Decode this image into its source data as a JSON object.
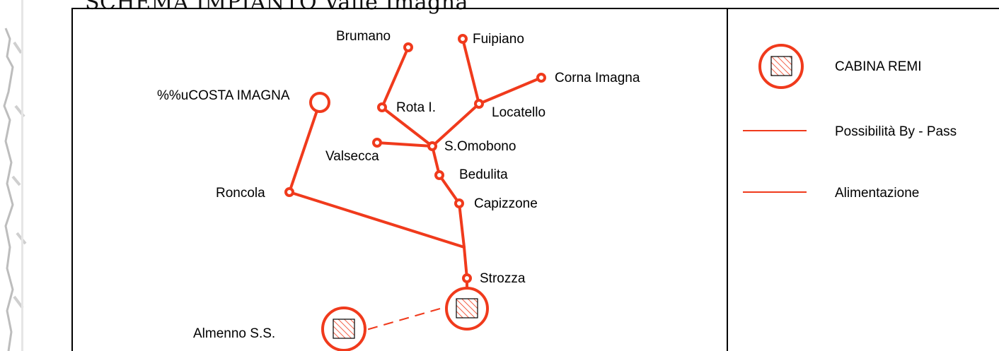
{
  "title": "SCHEMA IMPIANTO Valle Imagna",
  "colors": {
    "network": "#f03a1c",
    "frame": "#000000",
    "background": "#ffffff"
  },
  "nodes": {
    "brumano": "Brumano",
    "fuipiano": "Fuipiano",
    "corna_imagna": "Corna Imagna",
    "costa_imagna": "%%uCOSTA IMAGNA",
    "rota": "Rota I.",
    "locatello": "Locatello",
    "s_omobono": "S.Omobono",
    "valsecca": "Valsecca",
    "bedulita": "Bedulita",
    "roncola": "Roncola",
    "capizzone": "Capizzone",
    "strozza": "Strozza",
    "almenno": "Almenno S.S."
  },
  "legend": {
    "cabina_remi": {
      "label": "CABINA REMI",
      "icon": "hatched-square-in-circle"
    },
    "bypass": {
      "label": "Possibilità By - Pass",
      "line": "dashed"
    },
    "alimentazione": {
      "label": "Alimentazione",
      "line": "solid"
    }
  }
}
